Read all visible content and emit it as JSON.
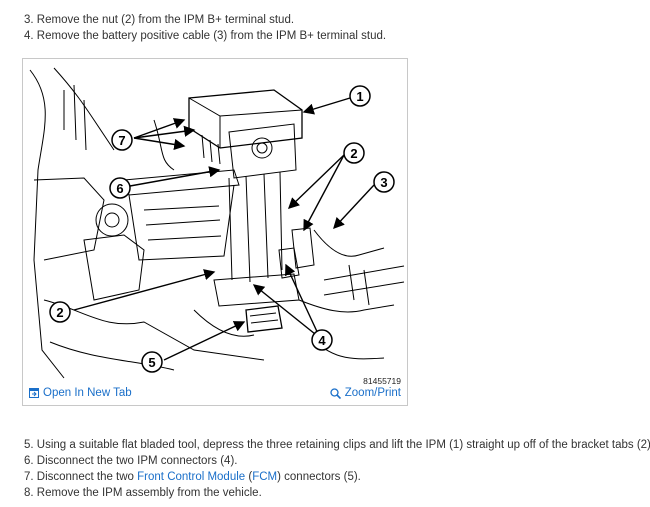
{
  "steps_top": [
    "3. Remove the nut (2) from the IPM B+ terminal stud.",
    "4. Remove the battery positive cable (3) from the IPM B+ terminal stud."
  ],
  "figure": {
    "callouts": [
      "1",
      "2",
      "3",
      "4",
      "5",
      "6",
      "7"
    ],
    "image_id": "81455719",
    "open_tab_label": "Open In New Tab",
    "zoom_print_label": "Zoom/Print",
    "icons": {
      "open_tab": "new-tab-icon",
      "zoom": "magnifier-icon"
    }
  },
  "steps_bottom": {
    "step5": "5. Using a suitable flat bladed tool, depress the three retaining clips and lift the IPM (1) straight up off of the bracket tabs (2).",
    "step6": "6. Disconnect the two IPM connectors (4).",
    "step7": {
      "prefix": "7. Disconnect the two ",
      "link1": "Front Control Module",
      "mid1": " (",
      "link2": "FCM",
      "suffix": ") connectors (5)."
    },
    "step8": "8. Remove the IPM assembly from the vehicle."
  },
  "colors": {
    "link": "#1a6fc9",
    "text": "#333333",
    "border": "#c8c8c8"
  }
}
